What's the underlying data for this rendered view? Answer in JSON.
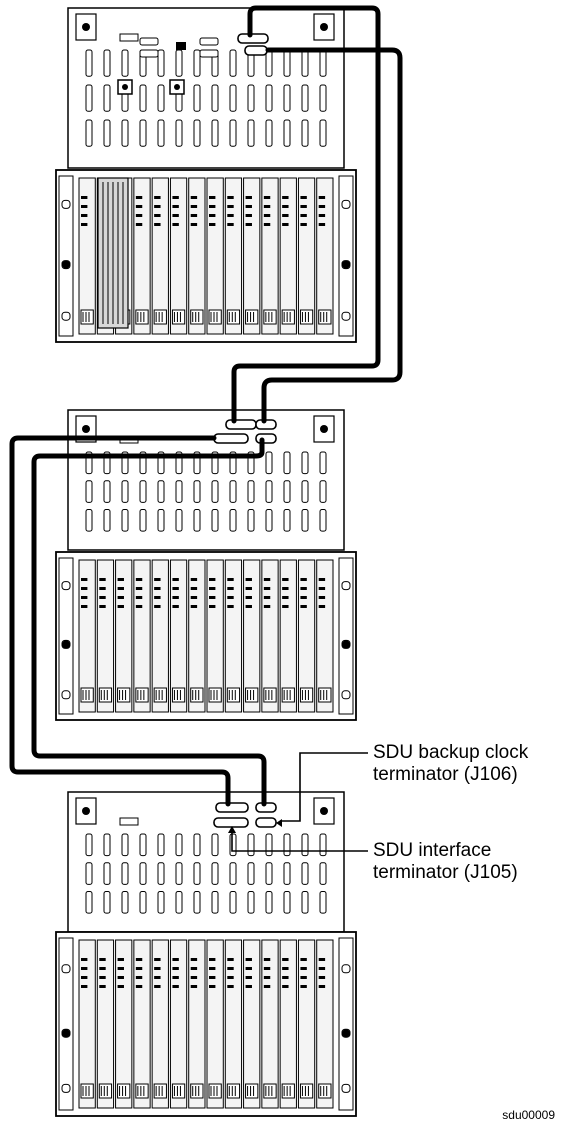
{
  "callouts": {
    "backup_clock": {
      "line1": "SDU backup clock",
      "line2": "terminator (J106)"
    },
    "interface": {
      "line1": "SDU interface",
      "line2": "terminator (J105)"
    }
  },
  "figure_id": "sdu00009",
  "colors": {
    "ink": "#000000",
    "paper": "#ffffff",
    "panel_fill": "#f4f4f4"
  }
}
